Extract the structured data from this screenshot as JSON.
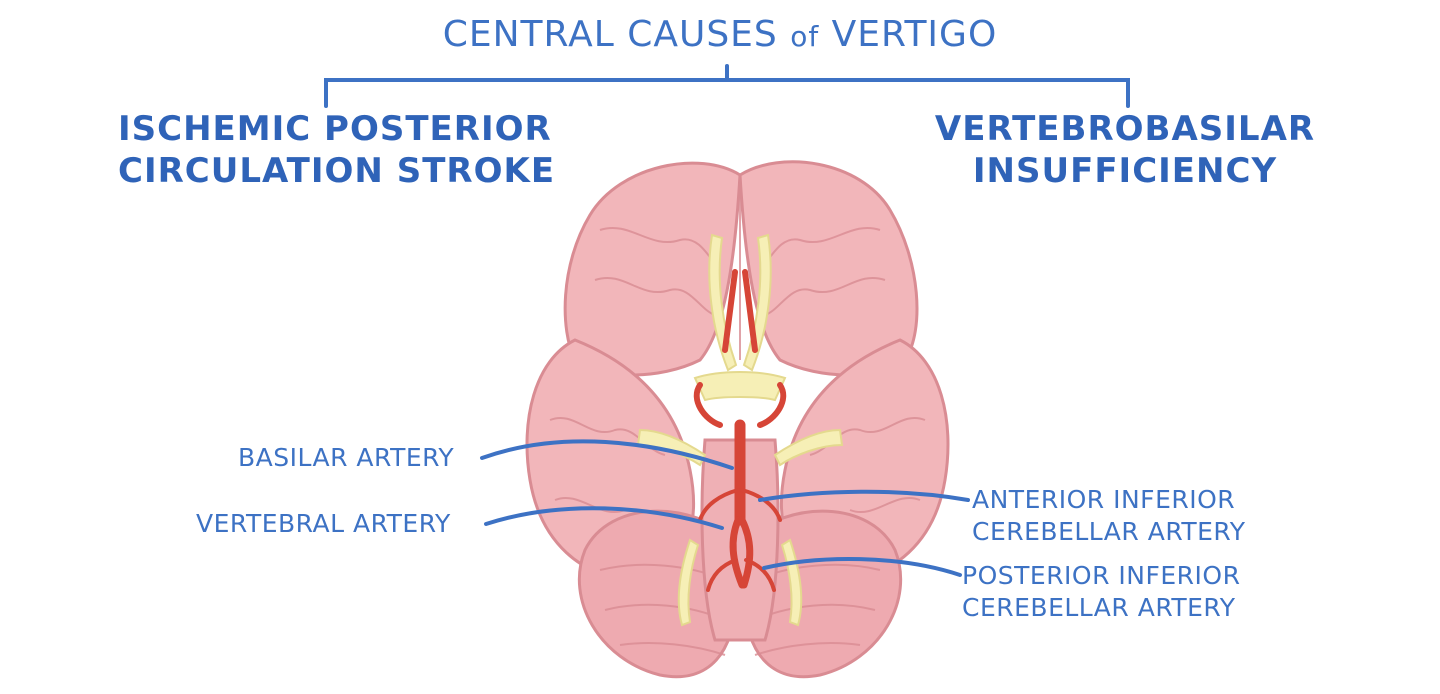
{
  "title": {
    "main": "CENTRAL CAUSES",
    "of": "of",
    "end": "VERTIGO"
  },
  "causes": {
    "left": [
      "ISCHEMIC POSTERIOR",
      "CIRCULATION STROKE"
    ],
    "right": [
      "VERTEBROBASILAR",
      "INSUFFICIENCY"
    ]
  },
  "labels": {
    "basilar": "BASILAR ARTERY",
    "vertebral": "VERTEBRAL ARTERY",
    "aica": [
      "ANTERIOR INFERIOR",
      "CEREBELLAR ARTERY"
    ],
    "pica": [
      "POSTERIOR INFERIOR",
      "CEREBELLAR ARTERY"
    ]
  },
  "colors": {
    "text": "#3d72c4",
    "brain": "#f2b6ba",
    "brain_outline": "#d98c93",
    "artery": "#d64537",
    "nerve": "#f6efb6"
  }
}
